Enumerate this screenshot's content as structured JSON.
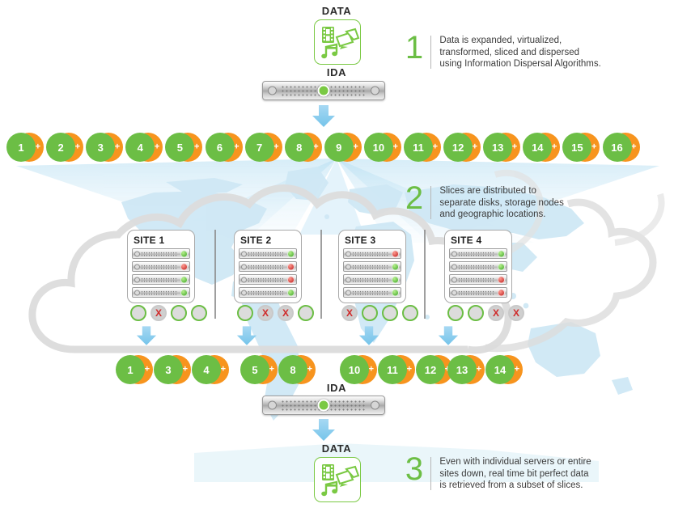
{
  "labels": {
    "data_top": "DATA",
    "ida_top": "IDA",
    "ida_bottom": "IDA",
    "data_bottom": "DATA"
  },
  "icons": {
    "data_top": "media-data-icon",
    "data_bottom": "media-data-icon",
    "ida_top": "ida-appliance-icon",
    "ida_bottom": "ida-appliance-icon",
    "arrow": "down-arrow-icon",
    "server": "server-icon",
    "status_ok": "status-ok-icon",
    "status_fail": "status-fail-icon"
  },
  "steps": [
    {
      "number": "1",
      "text": "Data is expanded, virtualized,\ntransformed, sliced and dispersed\nusing Information Dispersal Algorithms."
    },
    {
      "number": "2",
      "text": "Slices are distributed to\nseparate disks, storage nodes\nand geographic locations."
    },
    {
      "number": "3",
      "text": "Even with individual servers or entire\nsites down, real time bit perfect data\nis retrieved from a subset of slices."
    }
  ],
  "slices_top": [
    {
      "id": "1"
    },
    {
      "id": "2"
    },
    {
      "id": "3"
    },
    {
      "id": "4"
    },
    {
      "id": "5"
    },
    {
      "id": "6"
    },
    {
      "id": "7"
    },
    {
      "id": "8"
    },
    {
      "id": "9"
    },
    {
      "id": "10"
    },
    {
      "id": "11"
    },
    {
      "id": "12"
    },
    {
      "id": "13"
    },
    {
      "id": "14"
    },
    {
      "id": "15"
    },
    {
      "id": "16"
    }
  ],
  "slice_plus": "+",
  "sites": [
    {
      "title": "SITE 1",
      "servers": [
        "ok",
        "bad",
        "ok",
        "ok"
      ],
      "pucks": [
        "ok",
        "bad",
        "ok",
        "ok"
      ],
      "recovered": [
        "1",
        "3",
        "4"
      ]
    },
    {
      "title": "SITE 2",
      "servers": [
        "ok",
        "bad",
        "bad",
        "ok"
      ],
      "pucks": [
        "ok",
        "bad",
        "bad",
        "ok"
      ],
      "recovered": [
        "5",
        "8"
      ]
    },
    {
      "title": "SITE 3",
      "servers": [
        "bad",
        "ok",
        "ok",
        "ok"
      ],
      "pucks": [
        "bad",
        "ok",
        "ok",
        "ok"
      ],
      "recovered": [
        "10",
        "11",
        "12"
      ]
    },
    {
      "title": "SITE 4",
      "servers": [
        "ok",
        "ok",
        "bad",
        "bad"
      ],
      "pucks": [
        "ok",
        "ok",
        "bad",
        "bad"
      ],
      "recovered": [
        "13",
        "14"
      ]
    }
  ],
  "puck_fail_mark": "X",
  "colors": {
    "slice_green": "#6cbe45",
    "slice_orange": "#f7941e",
    "accent_green": "#6cbe45",
    "arrow_blue": "#8dcdf0",
    "status_ok": "#3da428",
    "status_fail": "#bb1b1b",
    "map_blue": "#cfe8f5",
    "cloud_gray": "#dcdcdc",
    "text": "#3b3b3b"
  }
}
